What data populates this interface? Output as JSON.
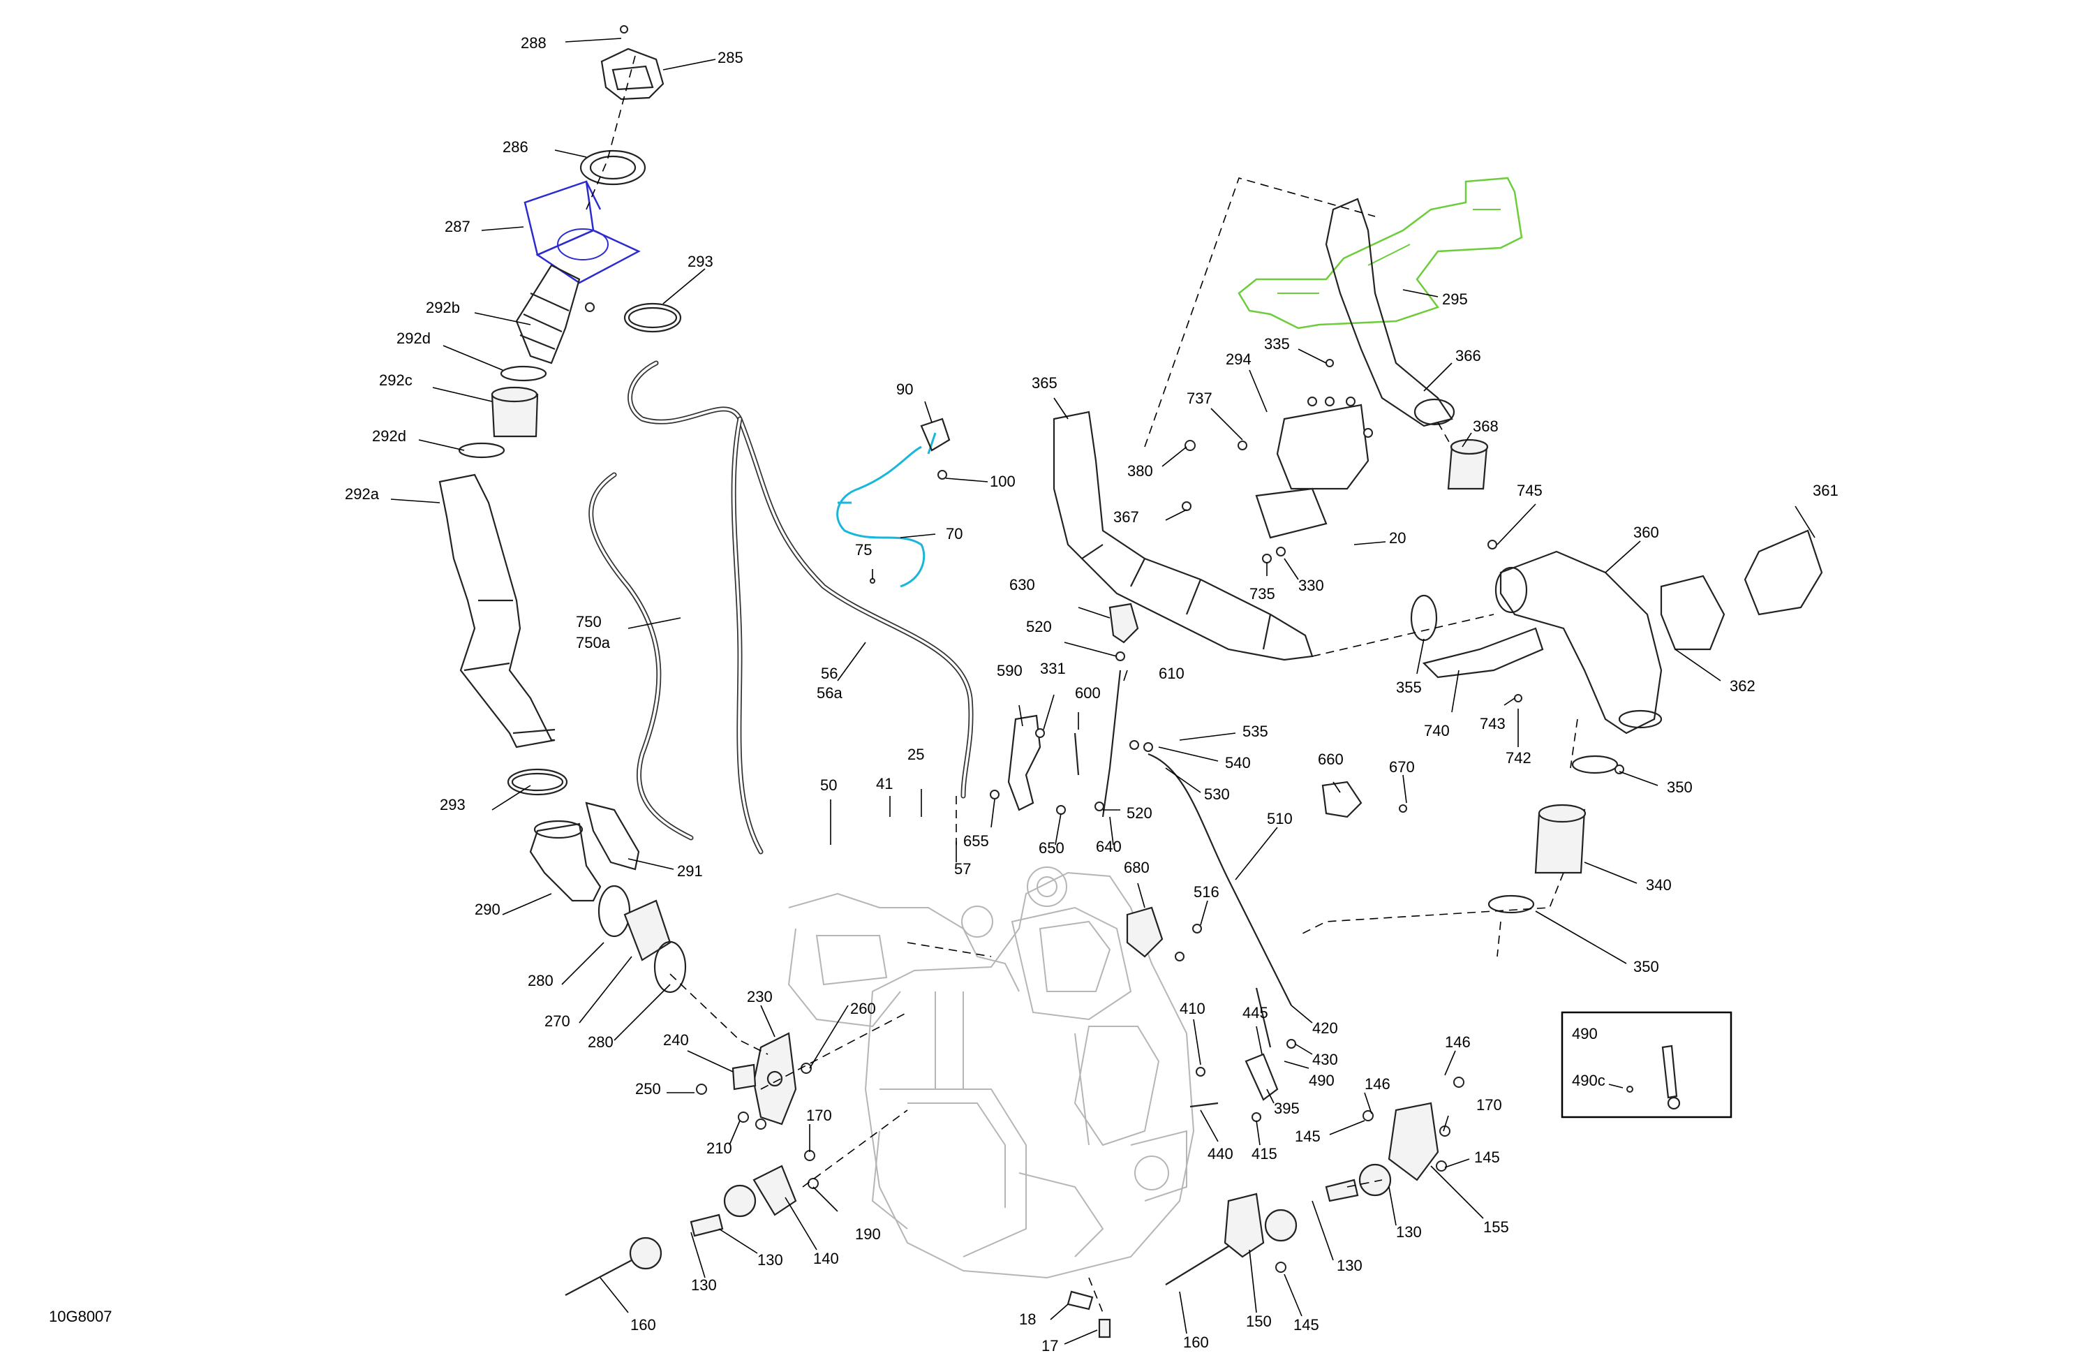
{
  "figure_code": "10G8007",
  "colors": {
    "cover_blue": "#2b2bd0",
    "harness_cyan": "#19b6dc",
    "shield_green": "#6ccc3a",
    "line": "#000000",
    "engine_grey": "#b5b5b5"
  },
  "callouts": {
    "c288": "288",
    "c285": "285",
    "c286": "286",
    "c287": "287",
    "c293a": "293",
    "c292b": "292b",
    "c292d1": "292d",
    "c292c": "292c",
    "c292d2": "292d",
    "c292a": "292a",
    "c750": "750",
    "c750a": "750a",
    "c56": "56",
    "c56a": "56a",
    "c90": "90",
    "c100": "100",
    "c70": "70",
    "c75": "75",
    "c293b": "293",
    "c291": "291",
    "c290": "290",
    "c280a": "280",
    "c270": "270",
    "c280b": "280",
    "c50": "50",
    "c41": "41",
    "c25": "25",
    "c57": "57",
    "c365": "365",
    "c294": "294",
    "c737": "737",
    "c335": "335",
    "c366": "366",
    "c295": "295",
    "c368": "368",
    "c380": "380",
    "c367": "367",
    "c20": "20",
    "c735": "735",
    "c330": "330",
    "c745": "745",
    "c360": "360",
    "c361": "361",
    "c355": "355",
    "c740": "740",
    "c743": "743",
    "c742": "742",
    "c362": "362",
    "c350a": "350",
    "c340": "340",
    "c350b": "350",
    "c630": "630",
    "c520a": "520",
    "c610": "610",
    "c590": "590",
    "c331": "331",
    "c600": "600",
    "c535": "535",
    "c540": "540",
    "c530": "530",
    "c520b": "520",
    "c655": "655",
    "c650": "650",
    "c640": "640",
    "c510": "510",
    "c660": "660",
    "c670": "670",
    "c680": "680",
    "c516": "516",
    "c420": "420",
    "c410": "410",
    "c445": "445",
    "c430": "430",
    "c490a": "490",
    "c395": "395",
    "c440": "440",
    "c415": "415",
    "c230": "230",
    "c260": "260",
    "c240": "240",
    "c250": "250",
    "c210": "210",
    "c170a": "170",
    "c190": "190",
    "c140": "140",
    "c130a": "130",
    "c130b": "130",
    "c160a": "160",
    "c18": "18",
    "c17": "17",
    "c146a": "146",
    "c146b": "146",
    "c170b": "170",
    "c145a": "145",
    "c145b": "145",
    "c155": "155",
    "c130c": "130",
    "c130d": "130",
    "c150": "150",
    "c145c": "145",
    "c160b": "160"
  },
  "inset": {
    "title": "490",
    "sub": "490c"
  },
  "icons": [
    "bolt-icon",
    "clamp-icon",
    "hose-icon",
    "bracket-icon",
    "engine-icon"
  ]
}
